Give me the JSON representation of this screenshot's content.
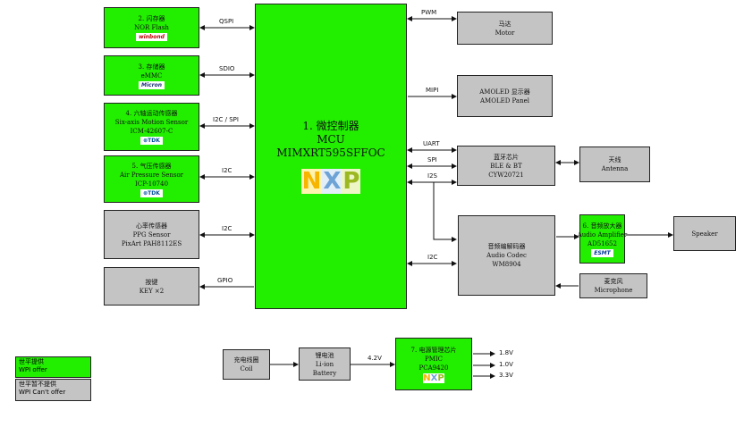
{
  "mcu": {
    "line1": "1. 微控制器",
    "line2": "MCU",
    "line3": "MIMXRT595SFFOC",
    "logo": [
      "N",
      "X",
      "P"
    ]
  },
  "left_blocks": [
    {
      "l1": "2. 闪存器",
      "l2": "NOR Flash",
      "logo": "winbond",
      "logo_kind": "winbond",
      "bus": "QSPI",
      "color": "green"
    },
    {
      "l1": "3. 存储器",
      "l2": "eMMC",
      "logo": "Micron",
      "logo_kind": "micron",
      "bus": "SDIO",
      "color": "green"
    },
    {
      "l1": "4. 六轴运动传感器",
      "l2": "Six-axis Motion Sensor",
      "l3": "ICM-42607-C",
      "logo": "⊛TDK",
      "logo_kind": "tdk",
      "bus": "I2C / SPI",
      "color": "green"
    },
    {
      "l1": "5. 气压传感器",
      "l2": "Air Pressure Sensor",
      "l3": "ICP-10740",
      "logo": "⊛TDK",
      "logo_kind": "tdk",
      "bus": "I2C",
      "color": "green"
    },
    {
      "l1": "心率传感器",
      "l2": "PPG Sensor",
      "l3": "PixArt  PAH8112ES",
      "bus": "I2C",
      "color": "gray"
    },
    {
      "l1": "按键",
      "l2": "KEY ×2",
      "bus": "GPIO",
      "color": "gray"
    }
  ],
  "right_blocks": {
    "motor": {
      "l1": "马达",
      "l2": "Motor",
      "bus": "PWM"
    },
    "amoled": {
      "l1": "AMOLED 显示器",
      "l2": "AMOLED Panel",
      "bus": "MIPI"
    },
    "bt": {
      "l1": "蓝牙芯片",
      "l2": "BLE & BT",
      "l3": "CYW20721",
      "bus1": "UART",
      "bus2": "SPI",
      "bus3": "I2S"
    },
    "antenna": {
      "l1": "天线",
      "l2": "Antenna"
    },
    "codec": {
      "l1": "音频编解码器",
      "l2": "Audio Codec",
      "l3": "WM8904",
      "bus": "I2C"
    },
    "amp": {
      "l1": "6. 音频放大器",
      "l2": "Audio Amplifier",
      "l3": "AD51652",
      "logo": "ESMT"
    },
    "speaker": {
      "l1": "Speaker"
    },
    "mic": {
      "l1": "麦克风",
      "l2": "Microphone"
    }
  },
  "power": {
    "coil": {
      "l1": "充电线圈",
      "l2": "Coil"
    },
    "battery": {
      "l1": "锂电池",
      "l2": "Li-ion",
      "l3": "Battery"
    },
    "voltage": "4.2V",
    "pmic": {
      "l1": "7. 电源管理芯片",
      "l2": "PMIC",
      "l3": "PCA9420",
      "logo": [
        "N",
        "X",
        "P"
      ]
    },
    "outputs": [
      "1.8V",
      "1.0V",
      "3.3V"
    ]
  },
  "legend": [
    {
      "l1": "世平提供",
      "l2": "WPI offer",
      "color": "green"
    },
    {
      "l1": "世平暂不提供",
      "l2": "WPI Can't offer",
      "color": "gray"
    }
  ],
  "colors": {
    "provided": "#22ee00",
    "not_provided": "#c4c4c4",
    "nxp_n": "#f7b500",
    "nxp_x": "#6da3d6",
    "nxp_p": "#b7d233"
  }
}
